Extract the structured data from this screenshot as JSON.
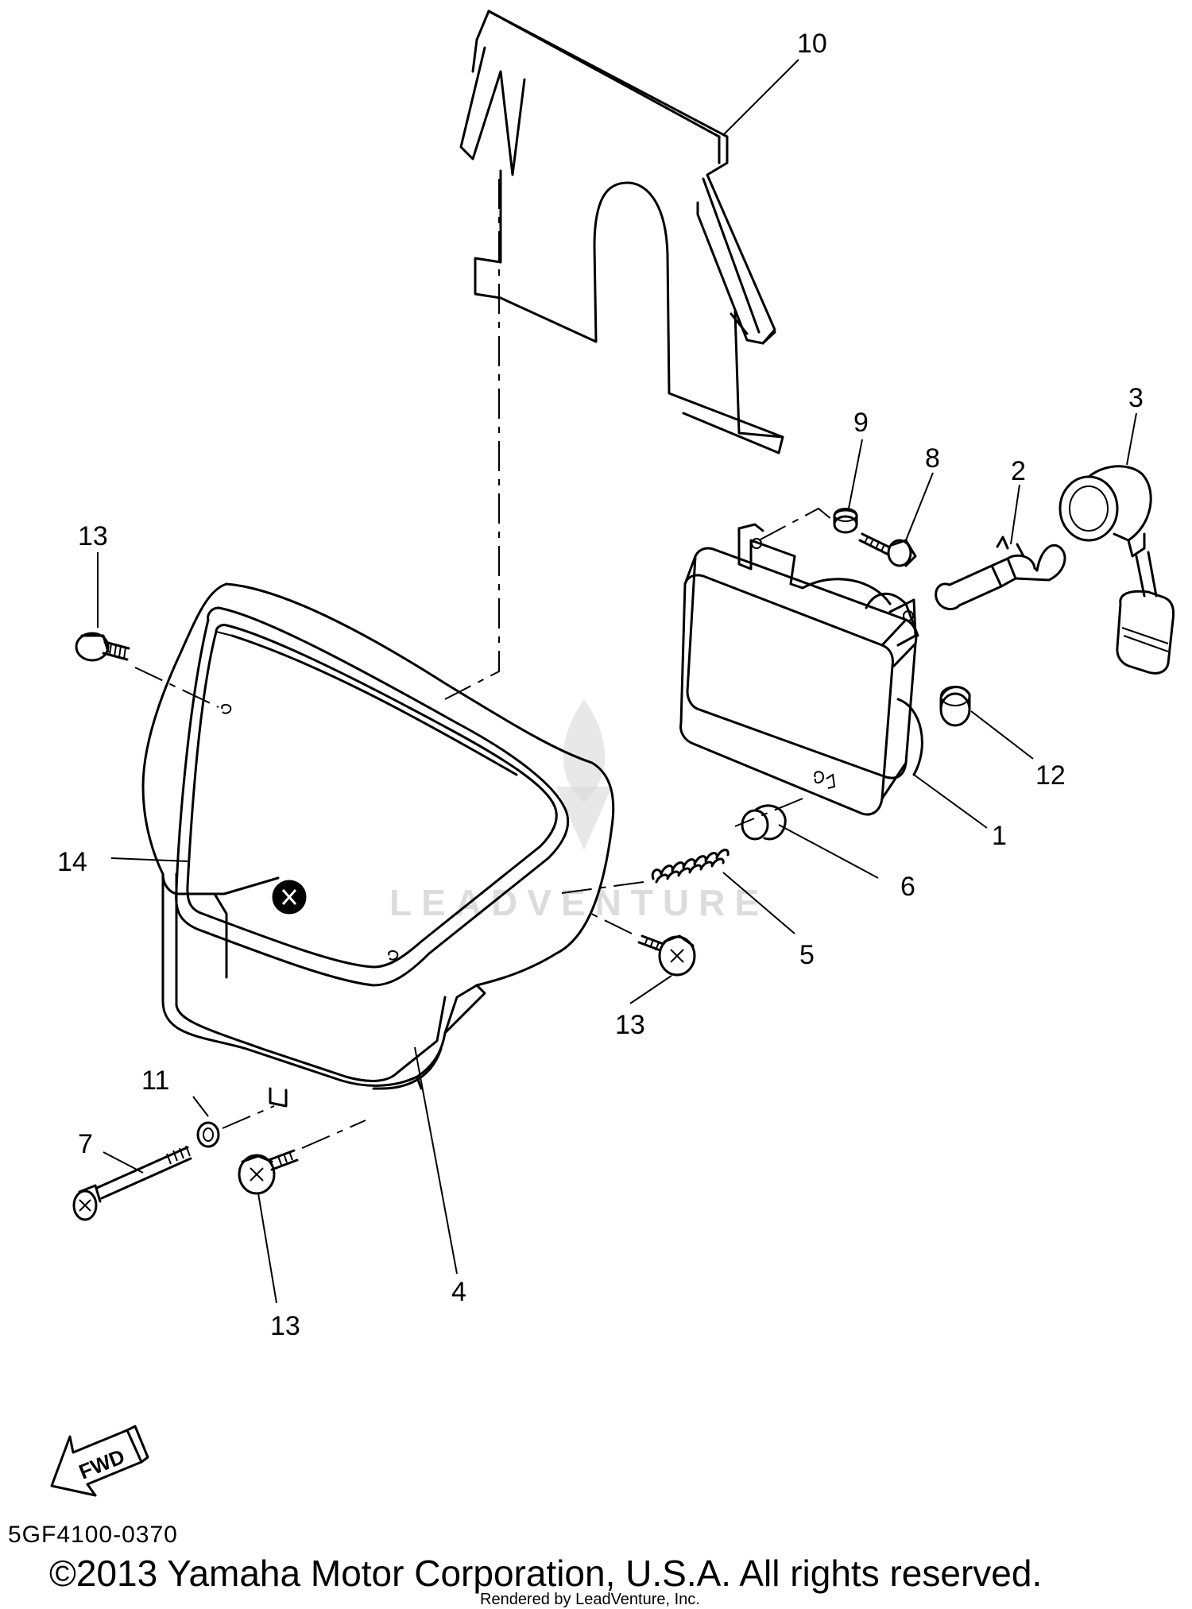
{
  "diagram_code": "5GF4100-0370",
  "copyright": "©2013 Yamaha Motor Corporation, U.S.A. All rights reserved.",
  "rendered_by": "Rendered by LeadVenture, Inc.",
  "watermark": "LEADVENTURE",
  "fwd_label": "FWD",
  "callouts": {
    "c1": "1",
    "c2": "2",
    "c3": "3",
    "c4": "4",
    "c5": "5",
    "c6": "6",
    "c7": "7",
    "c8": "8",
    "c9": "9",
    "c10": "10",
    "c11": "11",
    "c12": "12",
    "c13a": "13",
    "c13b": "13",
    "c13c": "13",
    "c14": "14"
  }
}
